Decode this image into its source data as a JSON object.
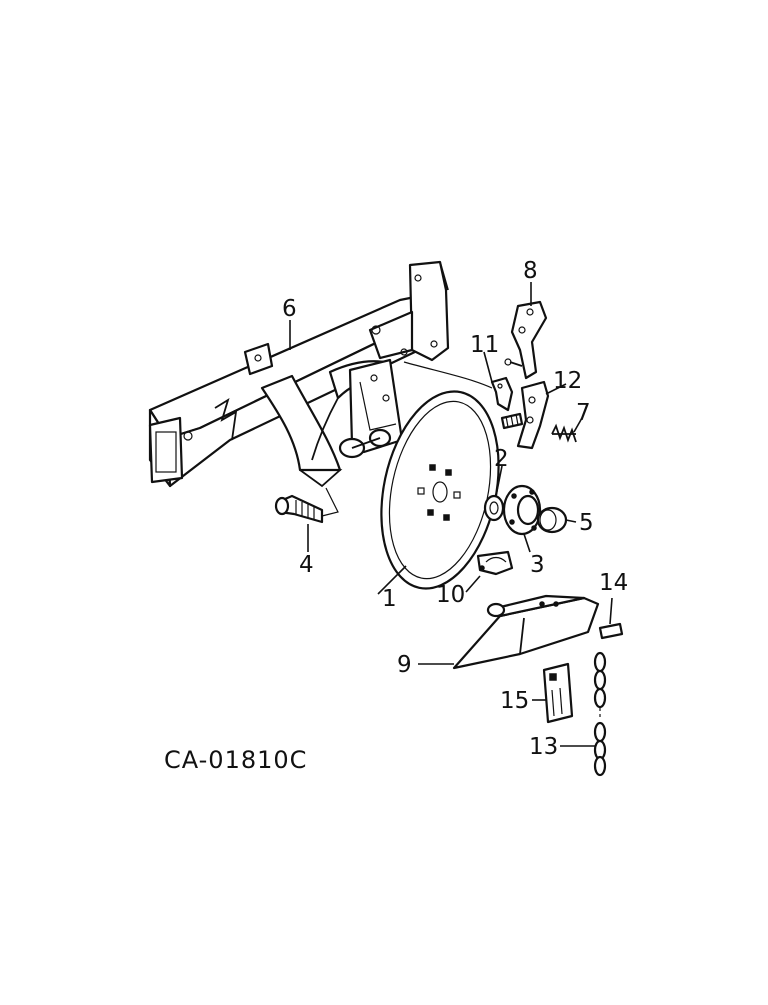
{
  "drawing_number": "CA-01810C",
  "callouts": [
    {
      "id": "c1",
      "label": "1"
    },
    {
      "id": "c2",
      "label": "2"
    },
    {
      "id": "c3",
      "label": "3"
    },
    {
      "id": "c4",
      "label": "4"
    },
    {
      "id": "c5",
      "label": "5"
    },
    {
      "id": "c6",
      "label": "6"
    },
    {
      "id": "c7",
      "label": "7"
    },
    {
      "id": "c8",
      "label": "8"
    },
    {
      "id": "c9",
      "label": "9"
    },
    {
      "id": "c10",
      "label": "10"
    },
    {
      "id": "c11",
      "label": "11"
    },
    {
      "id": "c12",
      "label": "12"
    },
    {
      "id": "c13",
      "label": "13"
    },
    {
      "id": "c14",
      "label": "14"
    },
    {
      "id": "c15",
      "label": "15"
    }
  ]
}
